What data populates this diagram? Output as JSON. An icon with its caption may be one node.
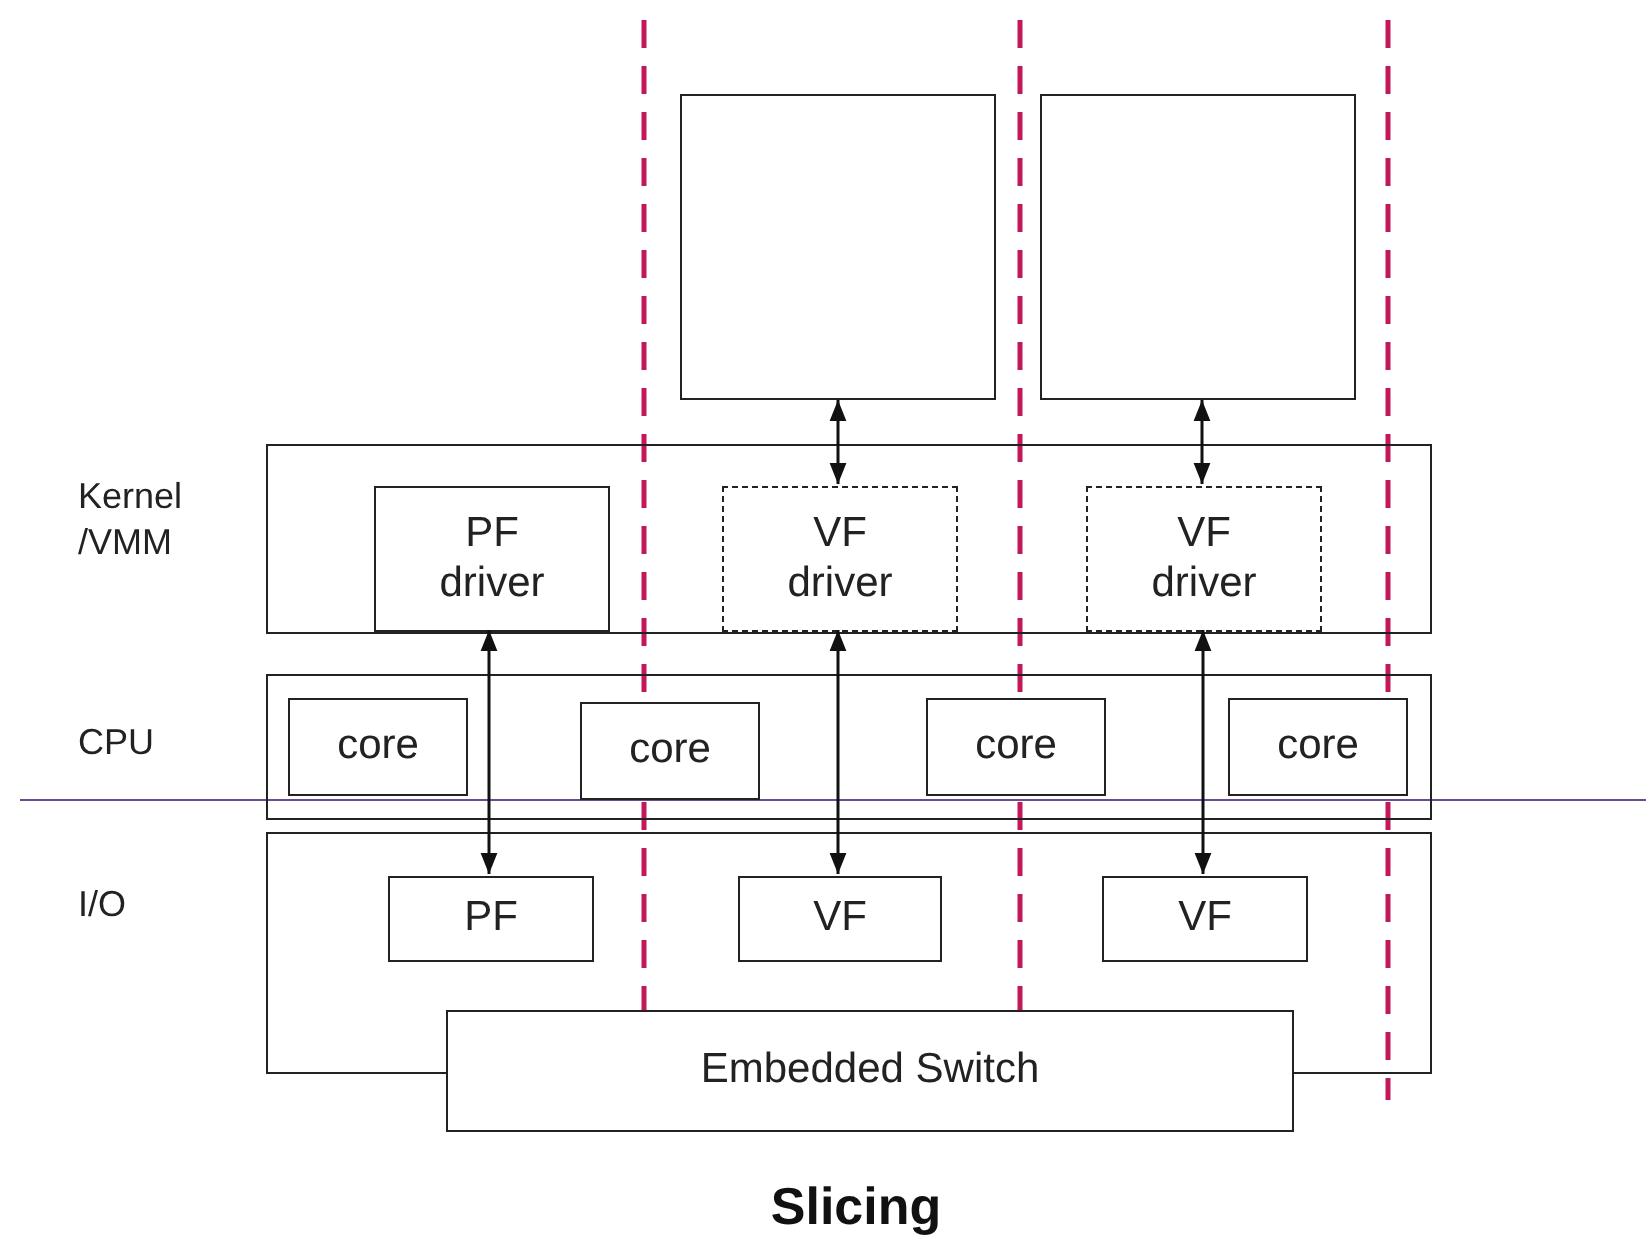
{
  "diagram": {
    "caption": "Slicing",
    "nodes": [
      {
        "text": [],
        "shape": "box"
      },
      {
        "text": [],
        "shape": "box"
      },
      {
        "text": [
          "Kernel /VMM"
        ]
      },
      {
        "text": [
          "PF driver"
        ],
        "in": 2
      },
      {
        "text": [
          "VF driver"
        ],
        "in": 2
      },
      {
        "text": [
          "VF driver"
        ],
        "in": 2
      },
      {
        "text": [
          "CPU"
        ]
      },
      {
        "text": [
          "core"
        ],
        "in": 6
      },
      {
        "text": [
          "core"
        ],
        "in": 6
      },
      {
        "text": [
          "core"
        ],
        "in": 6
      },
      {
        "text": [
          "core"
        ],
        "in": 6
      },
      {
        "text": [
          "I/O"
        ]
      },
      {
        "text": [
          "PF"
        ],
        "in": 11
      },
      {
        "text": [
          "VF"
        ],
        "in": 11
      },
      {
        "text": [
          "VF"
        ],
        "in": 11
      },
      {
        "text": [
          "Embedded Switch"
        ]
      }
    ],
    "edges": [
      {
        "from": 0,
        "to": 4,
        "arrow": "both"
      },
      {
        "from": 1,
        "to": 5,
        "arrow": "both"
      },
      {
        "from": 3,
        "to": 12,
        "arrow": "both"
      },
      {
        "from": 4,
        "to": 13,
        "arrow": "both"
      },
      {
        "from": 5,
        "to": 14,
        "arrow": "both"
      }
    ]
  }
}
